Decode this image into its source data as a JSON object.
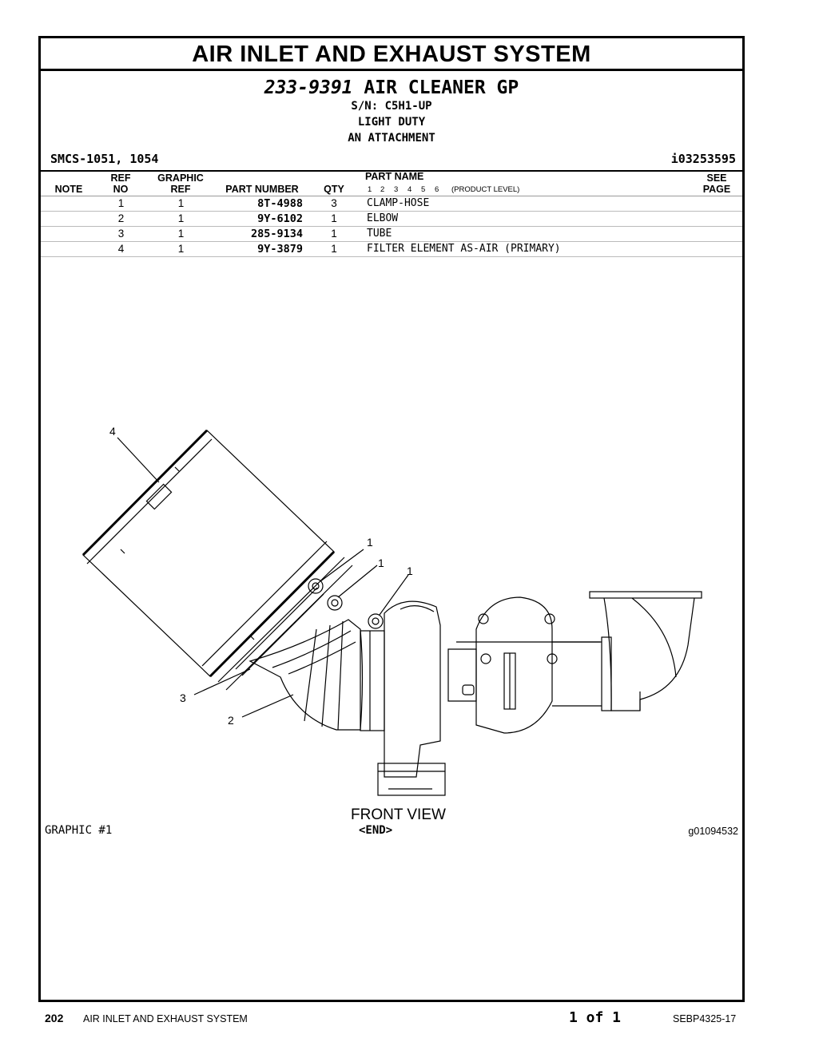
{
  "section_title": "AIR INLET AND EXHAUST SYSTEM",
  "group": {
    "part_number": "233-9391",
    "name": "AIR CLEANER GP",
    "serial": "S/N: C5H1-UP",
    "line2": "LIGHT DUTY",
    "line3": "AN ATTACHMENT"
  },
  "smcs": "SMCS-1051, 1054",
  "illustration_id": "i03253595",
  "columns": {
    "note": "NOTE",
    "ref_top": "REF",
    "ref_bottom": "NO",
    "graphic_top": "GRAPHIC",
    "graphic_bottom": "REF",
    "part_number": "PART NUMBER",
    "qty": "QTY",
    "part_name": "PART NAME",
    "product_level": [
      "1",
      "2",
      "3",
      "4",
      "5",
      "6"
    ],
    "product_level_label": "(PRODUCT LEVEL)",
    "see_top": "SEE",
    "see_bottom": "PAGE"
  },
  "parts": [
    {
      "ref": "1",
      "graphic_ref": "1",
      "part_number": "8T-4988",
      "qty": "3",
      "name": "CLAMP-HOSE"
    },
    {
      "ref": "2",
      "graphic_ref": "1",
      "part_number": "9Y-6102",
      "qty": "1",
      "name": "ELBOW"
    },
    {
      "ref": "3",
      "graphic_ref": "1",
      "part_number": "285-9134",
      "qty": "1",
      "name": "TUBE"
    },
    {
      "ref": "4",
      "graphic_ref": "1",
      "part_number": "9Y-3879",
      "qty": "1",
      "name": "FILTER ELEMENT AS-AIR (PRIMARY)"
    }
  ],
  "callouts": [
    "4",
    "1",
    "1",
    "1",
    "3",
    "2"
  ],
  "view_label": "FRONT VIEW",
  "graphic_label": "GRAPHIC #1",
  "end_label": "<END>",
  "graphic_code": "g01094532",
  "footer": {
    "page_number": "202",
    "section": "AIR INLET AND EXHAUST SYSTEM",
    "page_of": "1 of 1",
    "doc_id": "SEBP4325-17"
  }
}
